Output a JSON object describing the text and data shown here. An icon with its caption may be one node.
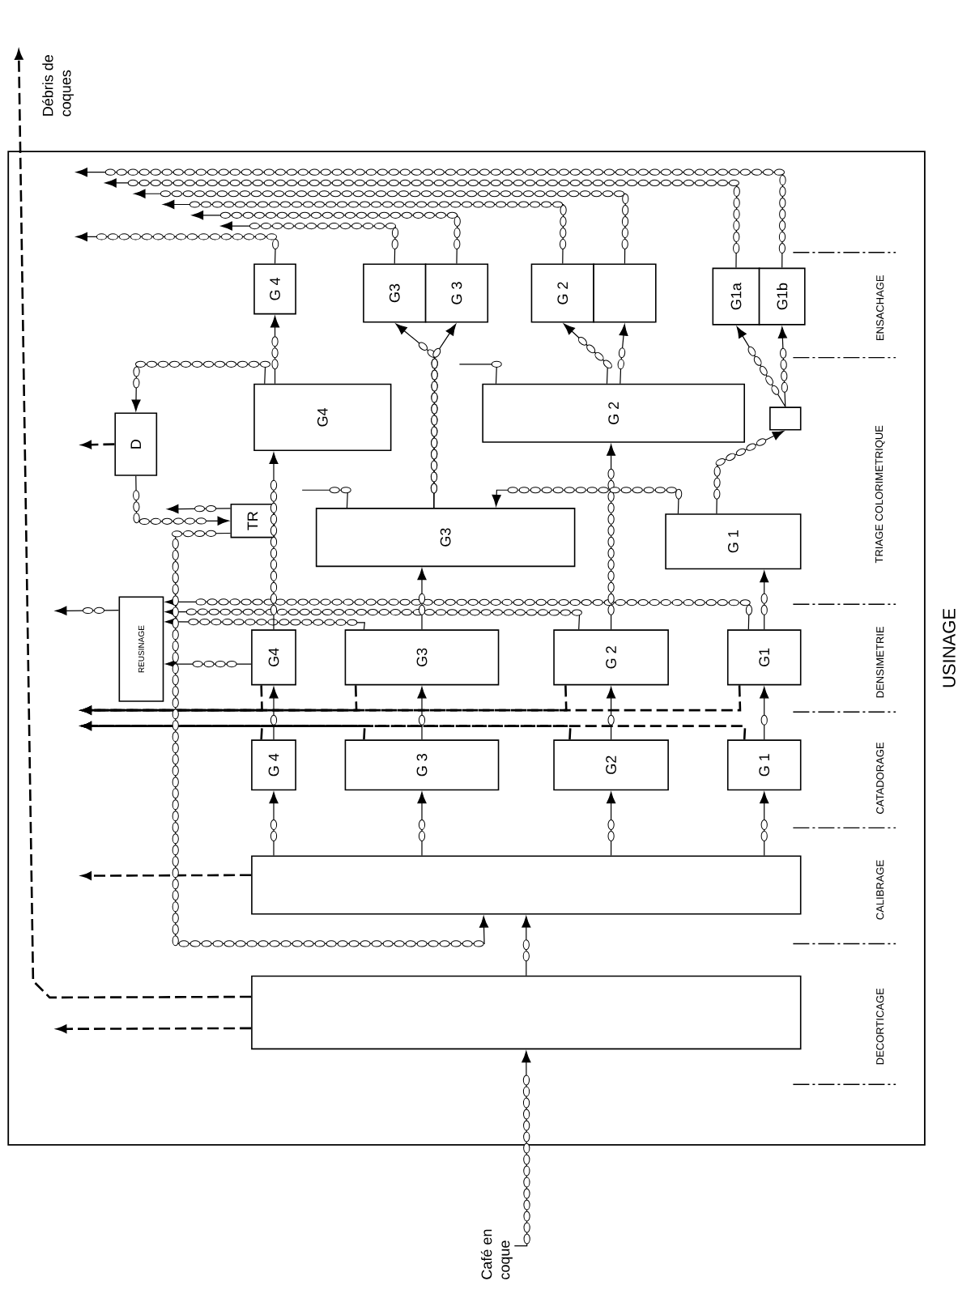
{
  "diagram": {
    "nodes": [
      {
        "text": [
          "USINAGE"
        ]
      },
      {
        "text": [],
        "shape": "box",
        "in": 0
      },
      {
        "text": [],
        "shape": "box",
        "in": 0
      },
      {
        "text": [
          "G 4"
        ],
        "in": 0
      },
      {
        "text": [
          "G 3"
        ],
        "in": 0
      },
      {
        "text": [
          "G2"
        ],
        "in": 0
      },
      {
        "text": [
          "G 1"
        ],
        "in": 0
      },
      {
        "text": [
          "G4"
        ],
        "in": 0
      },
      {
        "text": [
          "G3"
        ],
        "in": 0
      },
      {
        "text": [
          "G 2"
        ],
        "in": 0
      },
      {
        "text": [
          "G1"
        ],
        "in": 0
      },
      {
        "text": [
          "REUSINAGE"
        ],
        "in": 0
      },
      {
        "text": [
          "TR"
        ],
        "in": 0
      },
      {
        "text": [
          "D"
        ],
        "in": 0
      },
      {
        "text": [
          "G3"
        ],
        "in": 0
      },
      {
        "text": [
          "G 1"
        ],
        "in": 0
      },
      {
        "text": [
          "G4"
        ],
        "in": 0
      },
      {
        "text": [
          "G 2"
        ],
        "in": 0
      },
      {
        "text": [],
        "shape": "box",
        "in": 0
      },
      {
        "text": [
          "G 4"
        ],
        "in": 0
      },
      {
        "text": [
          "G3"
        ],
        "in": 0
      },
      {
        "text": [
          "G 3"
        ],
        "in": 0
      },
      {
        "text": [
          "G 2"
        ],
        "in": 0
      },
      {
        "text": [],
        "shape": "box",
        "in": 0
      },
      {
        "text": [
          "G1a"
        ],
        "in": 0
      },
      {
        "text": [
          "G1b"
        ],
        "in": 0
      },
      {
        "text": [
          "Café en coque"
        ]
      },
      {
        "text": [
          "Débris de coques"
        ]
      }
    ],
    "edges": [
      {
        "from": 26,
        "to": 1,
        "arrow": "to"
      },
      {
        "from": 1,
        "to": 2,
        "arrow": "to"
      },
      {
        "from": 1,
        "to": null,
        "arrow": "to",
        "style": "dashed"
      },
      {
        "from": 1,
        "to": 27,
        "arrow": "to",
        "style": "dashed"
      },
      {
        "from": 2,
        "to": null,
        "arrow": "to",
        "style": "dashed"
      },
      {
        "from": 2,
        "to": 3,
        "arrow": "to"
      },
      {
        "from": 2,
        "to": 4,
        "arrow": "to"
      },
      {
        "from": 2,
        "to": 5,
        "arrow": "to"
      },
      {
        "from": 2,
        "to": 6,
        "arrow": "to"
      },
      {
        "from": 3,
        "to": 7,
        "arrow": "to"
      },
      {
        "from": 4,
        "to": 8,
        "arrow": "to"
      },
      {
        "from": 5,
        "to": 9,
        "arrow": "to"
      },
      {
        "from": 6,
        "to": 10,
        "arrow": "to"
      },
      {
        "from": 3,
        "to": null,
        "arrow": "to",
        "style": "dashed"
      },
      {
        "from": 4,
        "to": null,
        "arrow": "to",
        "style": "dashed"
      },
      {
        "from": 5,
        "to": null,
        "arrow": "to",
        "style": "dashed"
      },
      {
        "from": 6,
        "to": null,
        "arrow": "to",
        "style": "dashed"
      },
      {
        "from": 7,
        "to": 11,
        "arrow": "to"
      },
      {
        "from": 8,
        "to": 11,
        "arrow": "to"
      },
      {
        "from": 9,
        "to": 11,
        "arrow": "to"
      },
      {
        "from": 10,
        "to": 11,
        "arrow": "to"
      },
      {
        "from": 7,
        "to": null,
        "arrow": "to",
        "style": "dashed"
      },
      {
        "from": 8,
        "to": null,
        "arrow": "to",
        "style": "dashed"
      },
      {
        "from": 9,
        "to": null,
        "arrow": "to",
        "style": "dashed"
      },
      {
        "from": 10,
        "to": null,
        "arrow": "to",
        "style": "dashed"
      },
      {
        "from": 11,
        "to": null,
        "arrow": "to"
      },
      {
        "from": 7,
        "to": 16,
        "arrow": "to"
      },
      {
        "from": 8,
        "to": 14,
        "arrow": "to"
      },
      {
        "from": 9,
        "to": 17,
        "arrow": "to"
      },
      {
        "from": 10,
        "to": 15,
        "arrow": "to"
      },
      {
        "from": 16,
        "to": 13,
        "arrow": "to"
      },
      {
        "from": 13,
        "to": 12,
        "arrow": "to"
      },
      {
        "from": 13,
        "to": null,
        "arrow": "to",
        "style": "dashed"
      },
      {
        "from": 12,
        "to": 2,
        "arrow": "to"
      },
      {
        "from": 12,
        "to": null,
        "arrow": "to"
      },
      {
        "from": 14,
        "to": null,
        "arrow": "none"
      },
      {
        "from": 15,
        "to": 14,
        "arrow": "to"
      },
      {
        "from": 17,
        "to": null,
        "arrow": "none"
      },
      {
        "from": 14,
        "to": 20,
        "arrow": "to"
      },
      {
        "from": 14,
        "to": 21,
        "arrow": "to"
      },
      {
        "from": 17,
        "to": 22,
        "arrow": "to"
      },
      {
        "from": 17,
        "to": 23,
        "arrow": "to"
      },
      {
        "from": 16,
        "to": 19,
        "arrow": "to"
      },
      {
        "from": 15,
        "to": 18,
        "arrow": "to"
      },
      {
        "from": 18,
        "to": 24,
        "arrow": "to"
      },
      {
        "from": 18,
        "to": 25,
        "arrow": "to"
      },
      {
        "from": 25,
        "to": null,
        "arrow": "to"
      },
      {
        "from": 24,
        "to": null,
        "arrow": "to"
      },
      {
        "from": 22,
        "to": null,
        "arrow": "to"
      },
      {
        "from": 23,
        "to": null,
        "arrow": "to"
      },
      {
        "from": 20,
        "to": null,
        "arrow": "to"
      },
      {
        "from": 21,
        "to": null,
        "arrow": "to"
      },
      {
        "from": 19,
        "to": null,
        "arrow": "to"
      }
    ],
    "labels": [
      "DECORTICAGE",
      "CALIBRAGE",
      "CATADORAGE",
      "DENSIMETRIE",
      "TRIAGE COLORIMETRIQUE",
      "ENSACHAGE"
    ]
  }
}
